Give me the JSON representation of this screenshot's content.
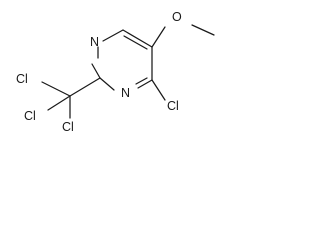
{
  "molecule": {
    "atoms": {
      "n_top": "N",
      "n_bottom": "N",
      "o_methoxy": "O",
      "cl_ring": "Cl",
      "cl_upper": "Cl",
      "cl_mid": "Cl",
      "cl_bottom": "Cl"
    }
  }
}
